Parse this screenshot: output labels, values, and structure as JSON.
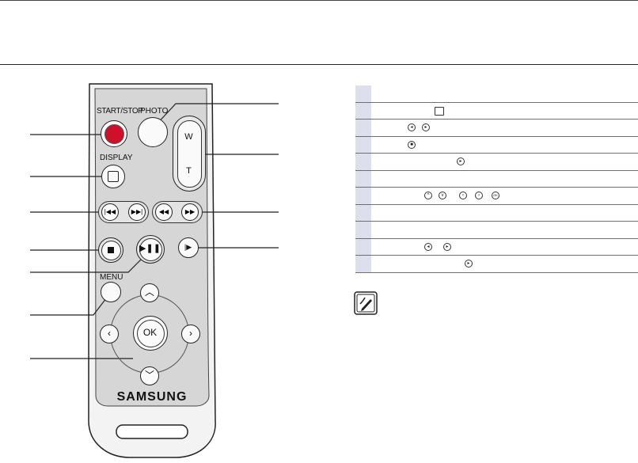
{
  "remote": {
    "brand": "SAMSUNG",
    "buttons": {
      "start_stop": "START/STOP",
      "photo": "PHOTO",
      "display": "DISPLAY",
      "zoom_w": "W",
      "zoom_t": "T",
      "menu": "MENU",
      "ok": "OK"
    }
  },
  "table": {
    "rows": [
      {
        "icons": []
      },
      {
        "icons": [
          "display-icon"
        ]
      },
      {
        "icons": [
          "skip-back-icon",
          "skip-forward-icon"
        ]
      },
      {
        "icons": [
          "stop-icon"
        ]
      },
      {
        "icons": [
          "play-pause-icon"
        ]
      },
      {
        "icons": []
      },
      {
        "icons": [
          "up-icon",
          "down-icon",
          "left-icon",
          "right-icon",
          "ok-icon"
        ]
      },
      {
        "icons": []
      },
      {
        "icons": []
      },
      {
        "icons": [
          "rewind-icon",
          "fast-forward-icon"
        ]
      },
      {
        "icons": [
          "slow-play-icon"
        ]
      }
    ],
    "ok_glyph": "OK"
  },
  "note_icon": "note-pencil-icon",
  "colors": {
    "start_stop": "#d0102a",
    "table_number_cell": "#dde0ec"
  }
}
